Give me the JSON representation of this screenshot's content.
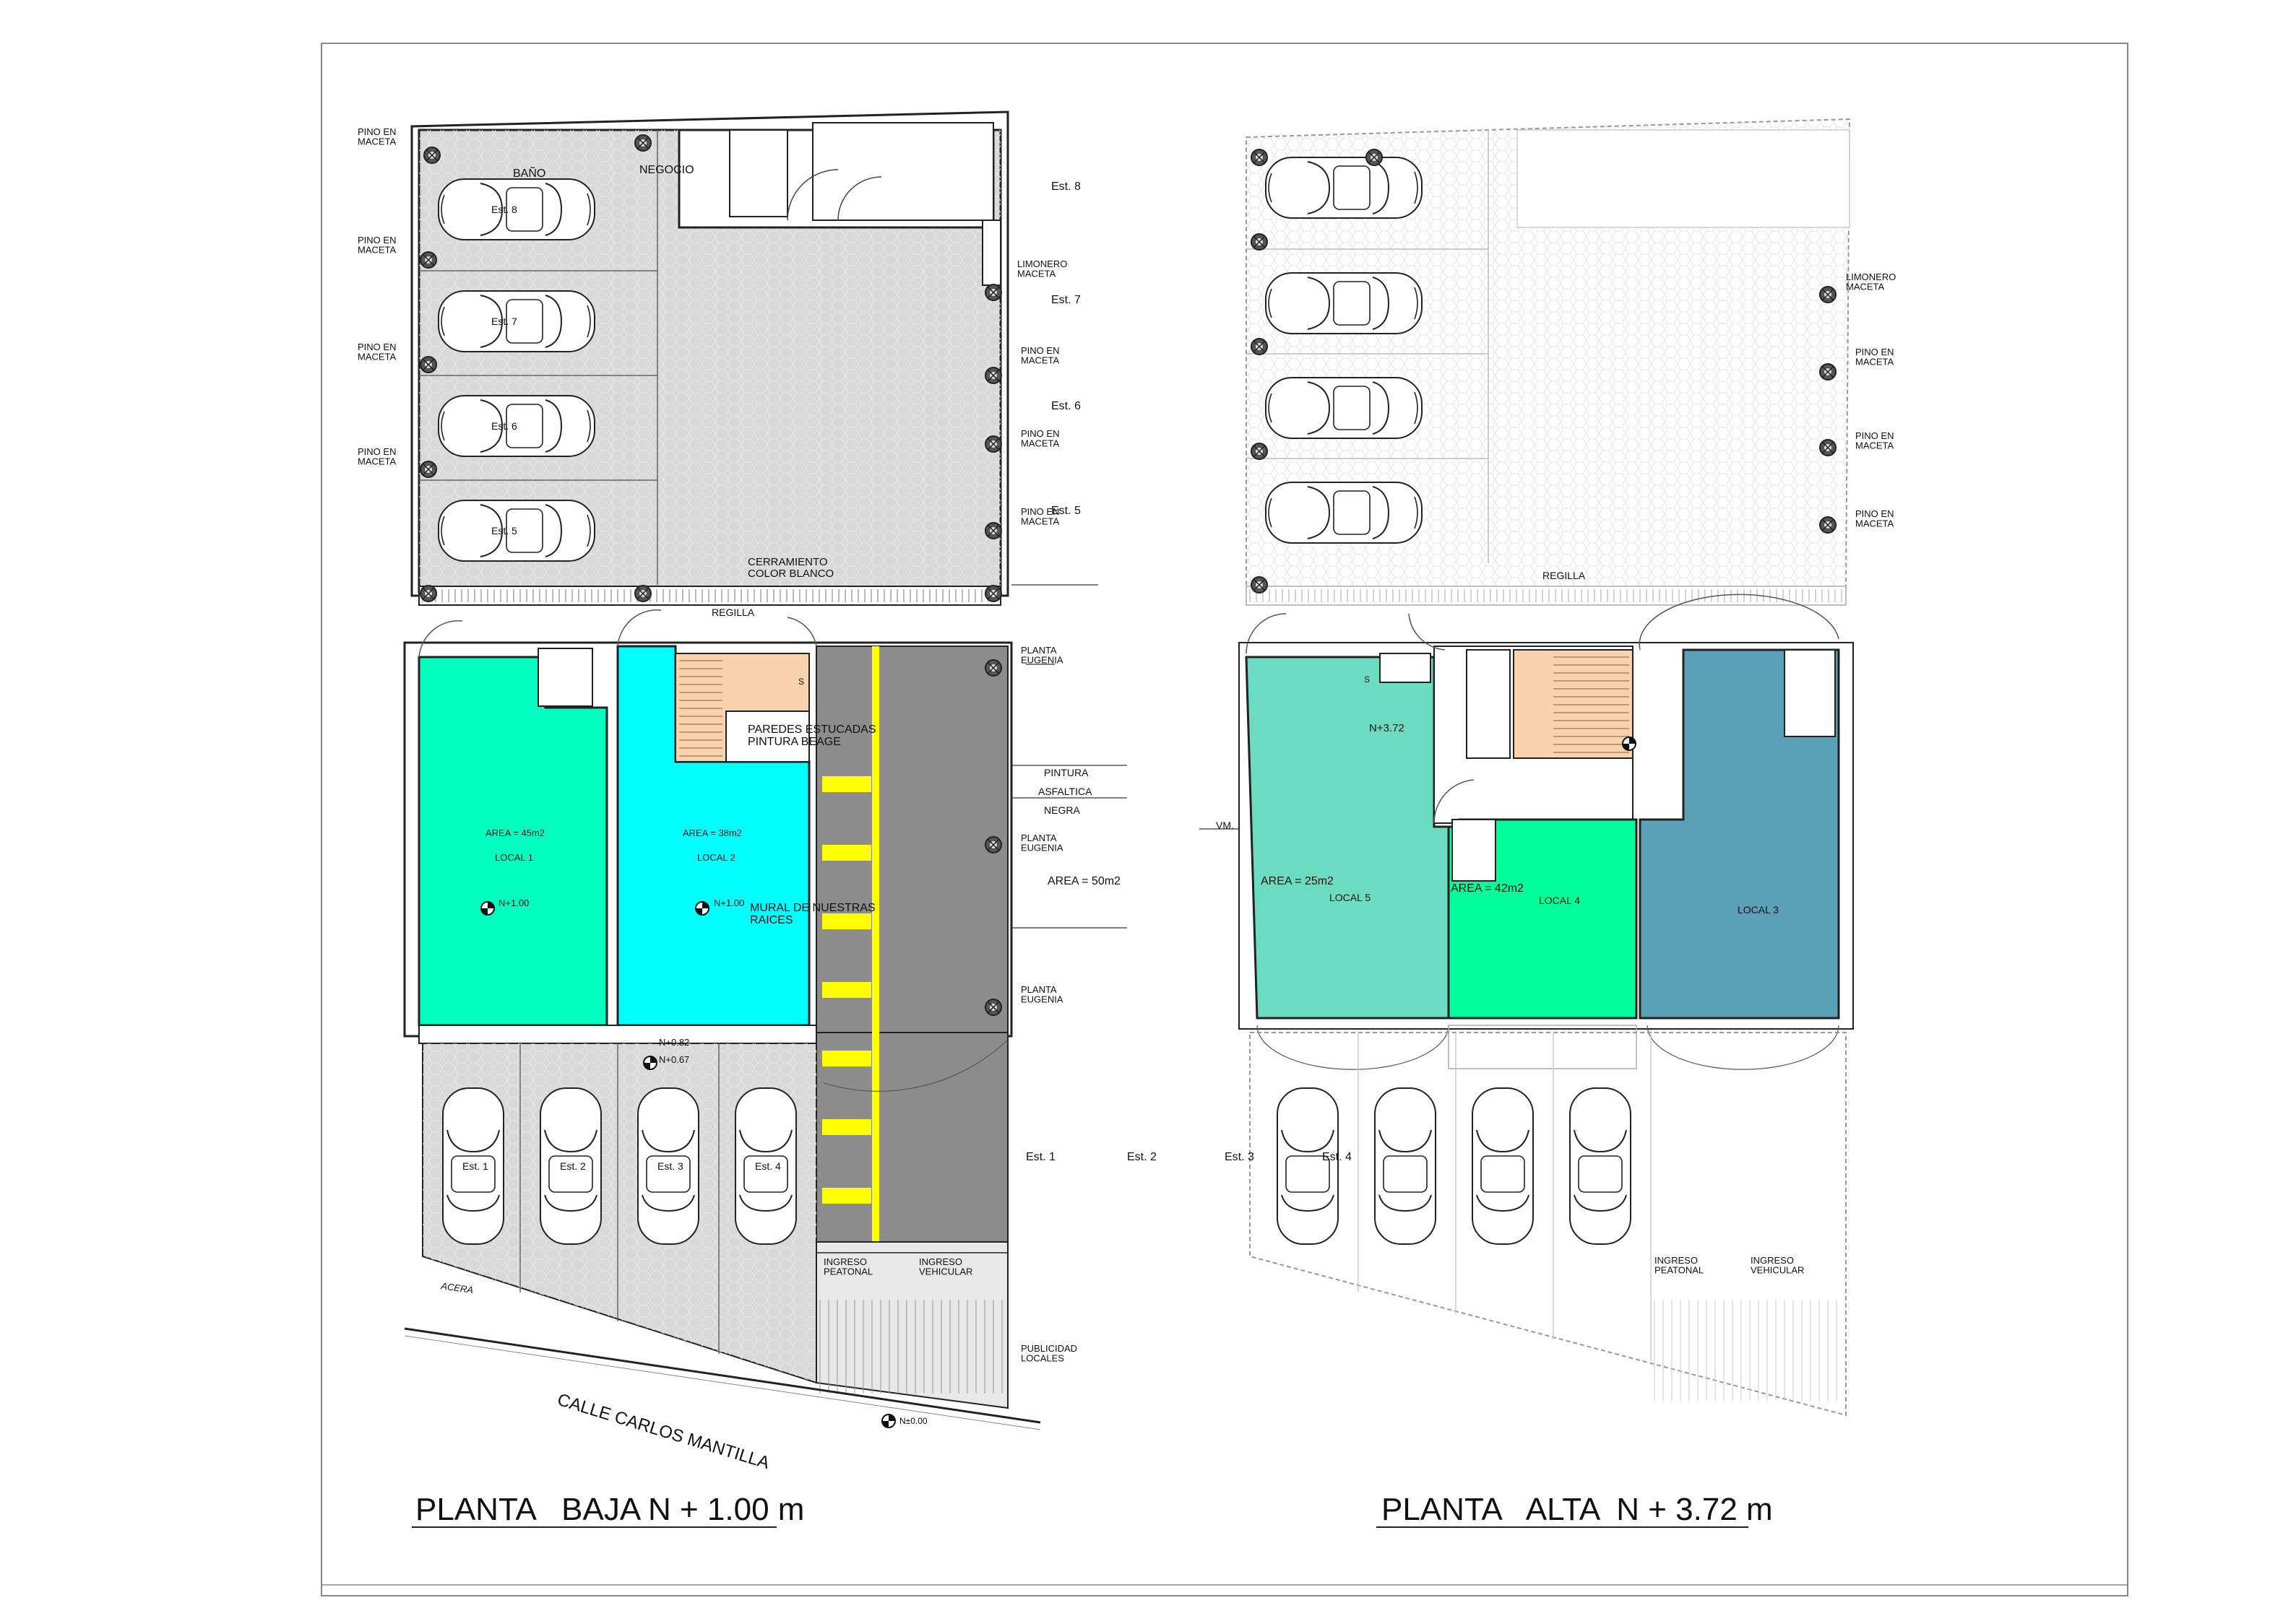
{
  "colors": {
    "paving": "#d9d9d9",
    "asphalt": "#8c8c8c",
    "yellow_stripe": "#ffff00",
    "local1": "#00ffc0",
    "local2": "#00ffff",
    "stairs": "#f9d3ad",
    "local5": "#6cdcc0",
    "local4": "#00ff9a",
    "local3": "#5aa0b8",
    "line": "#1a1a1a"
  },
  "ground_floor": {
    "title": "PLANTA   BAJA N + 1.00 m",
    "rooms": {
      "bano": "BAÑO",
      "negocio": "NEGOCIO"
    },
    "parking_top": [
      "Est. 8",
      "Est. 7",
      "Est. 6",
      "Est. 5"
    ],
    "parking_bottom": [
      "Est. 1",
      "Est. 2",
      "Est. 3",
      "Est. 4"
    ],
    "side_labels_right": [
      "Est. 8",
      "Est. 7",
      "Est. 6",
      "Est. 5"
    ],
    "front_labels": [
      "Est. 1",
      "Est. 2",
      "Est. 3",
      "Est. 4"
    ],
    "plants_left": [
      "PINO EN\nMACETA",
      "PINO EN\nMACETA",
      "PINO EN\nMACETA",
      "PINO EN\nMACETA"
    ],
    "limonero": "LIMONERO\nMACETA",
    "plants_right": [
      "PINO EN\nMACETA",
      "PINO EN\nMACETA",
      "PINO EN\nMACETA"
    ],
    "cerramiento": "CERRAMIENTO\nCOLOR BLANCO",
    "regilla": "REGILLA",
    "planta_eugenia": "PLANTA\nEUGENIA",
    "paredes": "PAREDES ESTUCADAS\nPINTURA BEAGE",
    "pintura": [
      "PINTURA",
      "ASFALTICA",
      "NEGRA"
    ],
    "area_local1": "AREA = 45m2",
    "local1": "LOCAL 1",
    "level_local1": "N+1.00",
    "area_local2": "AREA = 38m2",
    "local2": "LOCAL 2",
    "level_local2": "N+1.00",
    "mural": "MURAL DE NUESTRAS\nRAICES",
    "area_side": "AREA = 50m2",
    "level_082": "N+0.82",
    "level_067": "N+0.67",
    "stair_s": "S",
    "ingreso_peatonal": "INGRESO\nPEATONAL",
    "ingreso_vehicular": "INGRESO\nVEHICULAR",
    "publicidad": "PUBLICIDAD\nLOCALES",
    "acera": "ACERA",
    "calle": "CALLE CARLOS MANTILLA",
    "level_000": "N±0.00"
  },
  "upper_floor": {
    "title": "PLANTA   ALTA  N + 3.72 m",
    "limonero": "LIMONERO\nMACETA",
    "plants_right": [
      "PINO EN\nMACETA",
      "PINO EN\nMACETA",
      "PINO EN\nMACETA"
    ],
    "regilla": "REGILLA",
    "stair_s": "S",
    "level": "N+3.72",
    "vm": "VM.",
    "area_local5": "AREA = 25m2",
    "local5": "LOCAL 5",
    "area_local4": "AREA = 42m2",
    "local4": "LOCAL 4",
    "local3": "LOCAL 3",
    "ingreso_peatonal": "INGRESO\nPEATONAL",
    "ingreso_vehicular": "INGRESO\nVEHICULAR"
  }
}
